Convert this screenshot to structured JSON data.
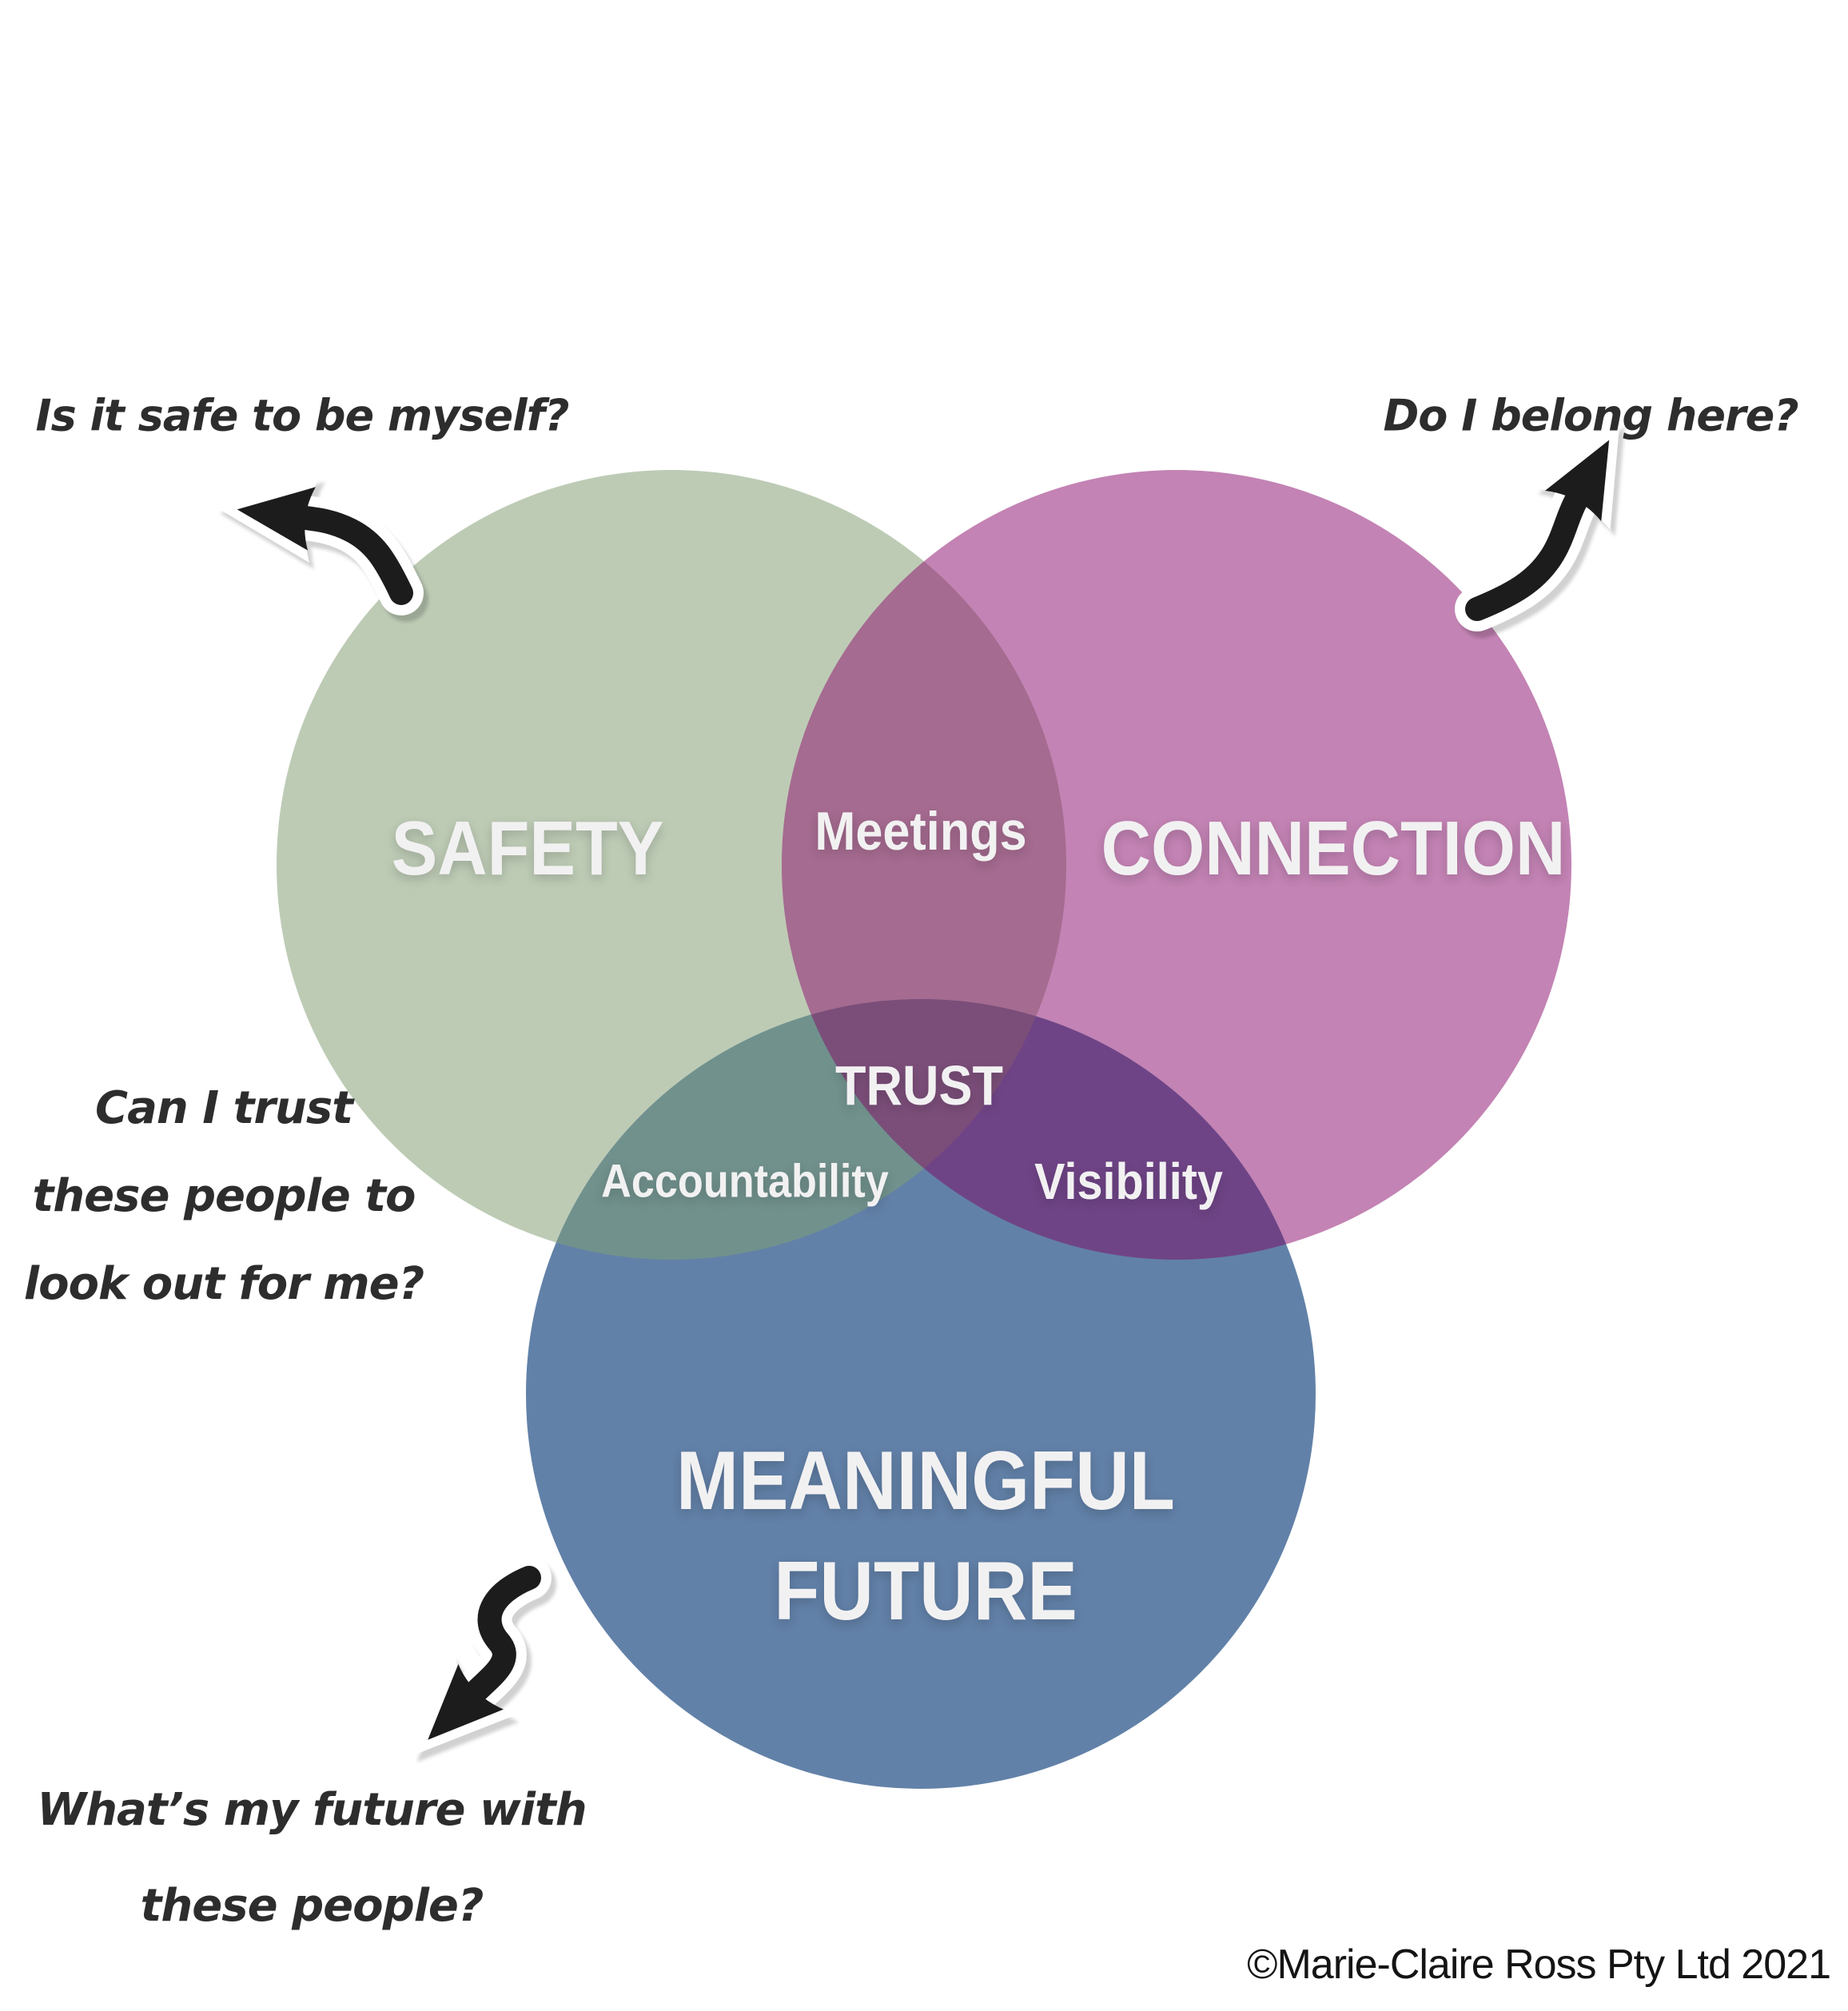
{
  "page": {
    "background": "#ffffff"
  },
  "colors": {
    "safety": "#bdcbb5",
    "connection": "#c383b4",
    "future": "#6281a8",
    "safety_connection": "#a56b90",
    "safety_future": "#71918d",
    "connection_future": "#6f4486",
    "center": "#7b4e79",
    "label_text": "#f2f1f2",
    "annotation_text": "#2d2d2d",
    "arrow": "#1c1c1c"
  },
  "circles": {
    "safety": {
      "label": "SAFETY"
    },
    "connection": {
      "label": "CONNECTION"
    },
    "future": {
      "line1": "MEANINGFUL",
      "line2": "FUTURE"
    }
  },
  "overlaps": {
    "safety_connection": {
      "label": "Meetings"
    },
    "center": {
      "label": "TRUST"
    },
    "safety_future": {
      "label": "Accountability"
    },
    "connection_future": {
      "label": "Visibility"
    }
  },
  "annotations": {
    "safety_question": {
      "text": "Is it safe to be myself?"
    },
    "connection_question": {
      "text": "Do I belong here?"
    },
    "trust_question": {
      "line1": "Can I trust",
      "line2": "these people to",
      "line3": "look out for me?"
    },
    "future_question": {
      "line1": "What’s my future with",
      "line2": "these people?"
    }
  },
  "footer": {
    "copyright": "©Marie-Claire Ross Pty Ltd 2021"
  }
}
